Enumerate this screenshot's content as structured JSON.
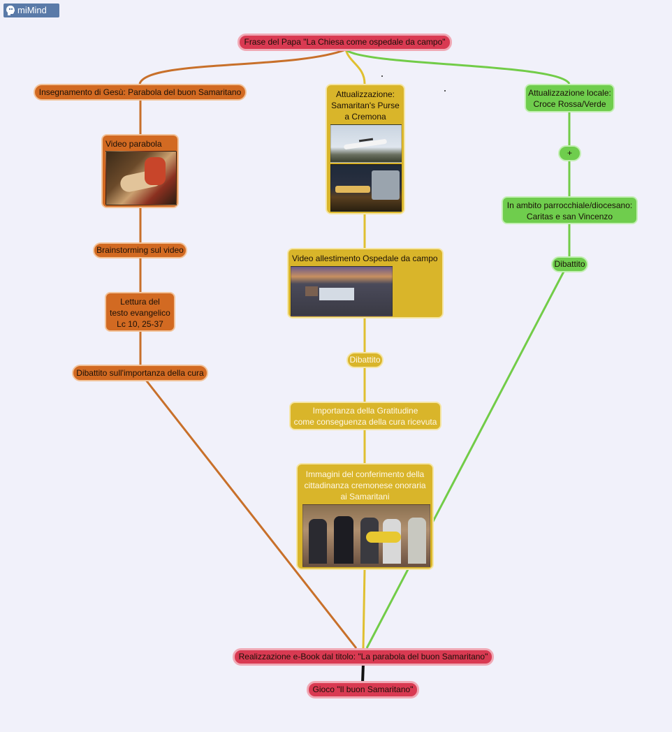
{
  "app": {
    "name": "miMind"
  },
  "colors": {
    "red": "#d93a52",
    "orange": "#d26a22",
    "yellow": "#d9b52a",
    "green": "#6fcd4d",
    "trunk": "#111111"
  },
  "nodes": {
    "root": "Frase del Papa \"La Chiesa come ospedale da campo\"",
    "orange": {
      "n1": "Insegnamento di Gesù: Parabola del buon Samaritano",
      "n2": "Video parabola",
      "n3": "Brainstorming sul video",
      "n4_l1": "Lettura del",
      "n4_l2": "testo evangelico",
      "n4_l3": "Lc 10, 25-37",
      "n5": "Dibattito sull'importanza della cura"
    },
    "yellow": {
      "n1_l1": "Attualizzazione:",
      "n1_l2": "Samaritan's Purse",
      "n1_l3": "a Cremona",
      "n2": "Video allestimento Ospedale da campo",
      "n3": "Dibattito",
      "n4_l1": "Importanza della Gratitudine",
      "n4_l2": "come conseguenza della cura ricevuta",
      "n5_l1": "Immagini del conferimento della",
      "n5_l2": "cittadinanza cremonese onoraria",
      "n5_l3": "ai Samaritani"
    },
    "green": {
      "n1_l1": "Attualizzazione locale:",
      "n1_l2": "Croce Rossa/Verde",
      "n2": "+",
      "n3_l1": "In ambito parrocchiale/diocesano:",
      "n3_l2": "Caritas e san Vincenzo",
      "n4": "Dibattito"
    },
    "bottom": {
      "ebook": "Realizzazione e-Book dal titolo: \"La parabola del buon Samaritano\"",
      "game": "Gioco  \"Il buon Samaritano\""
    }
  }
}
